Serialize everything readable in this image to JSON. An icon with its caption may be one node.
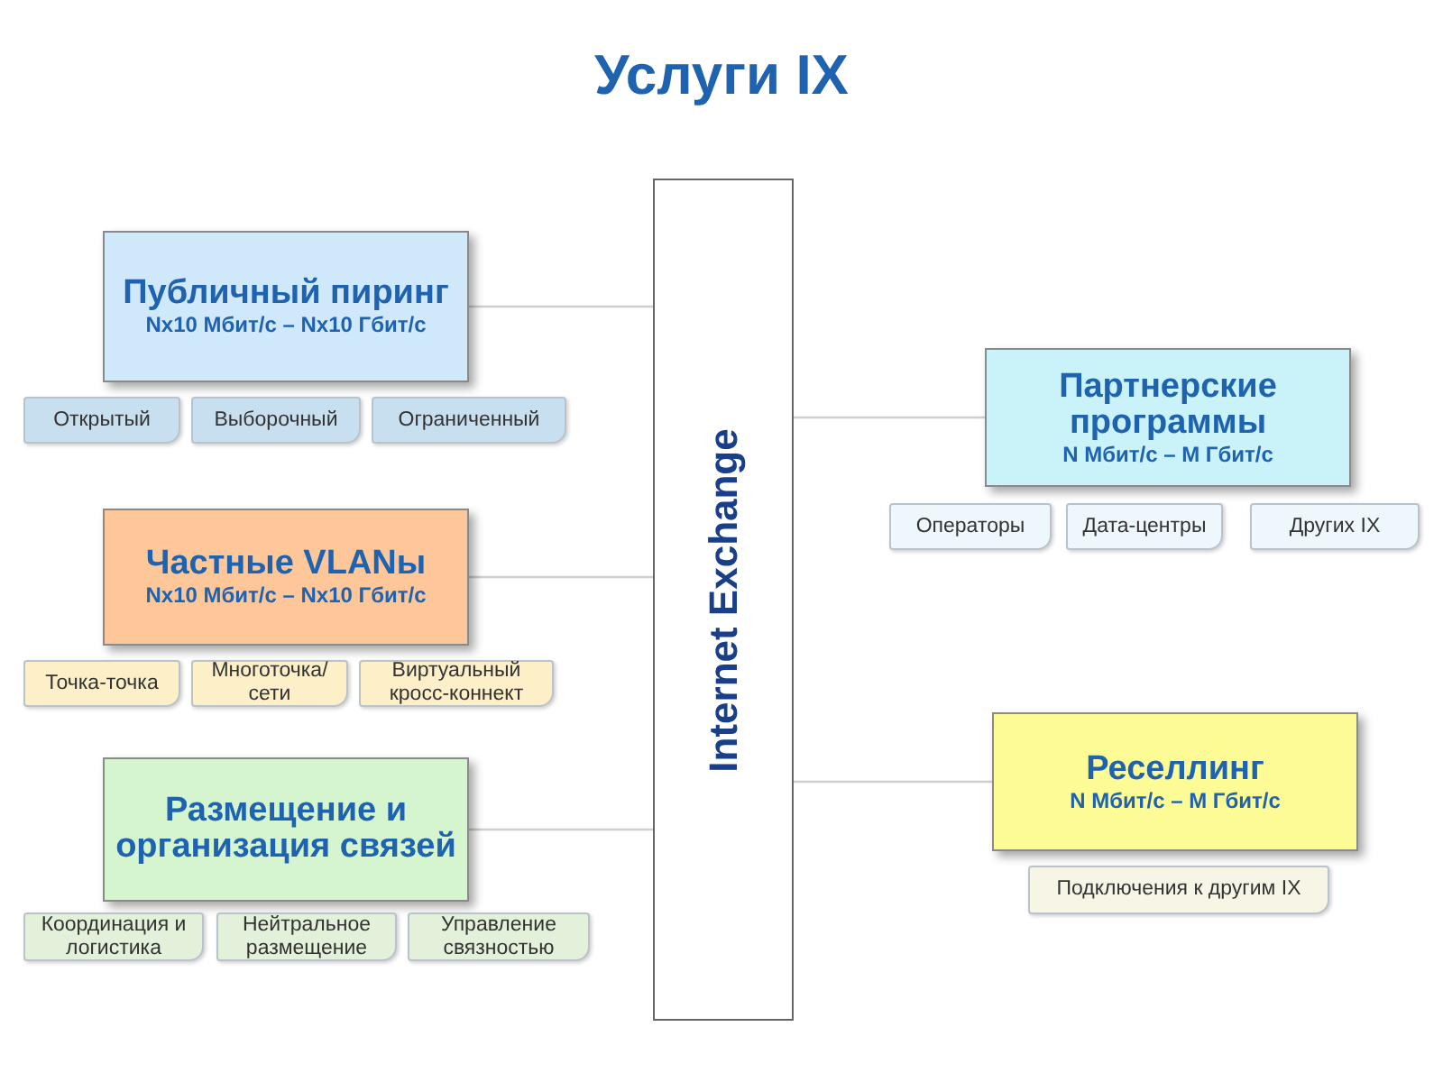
{
  "diagram": {
    "title": "Услуги IX",
    "nodes": [
      {
        "text": [
          "Internet Exchange"
        ]
      },
      {
        "text": [
          "Публичный пиринг",
          "Nx10 Мбит/с – Nx10 Гбит/с"
        ]
      },
      {
        "text": [
          "Открытый"
        ]
      },
      {
        "text": [
          "Выборочный"
        ]
      },
      {
        "text": [
          "Ограниченный"
        ]
      },
      {
        "text": [
          "Частные VLANы",
          "Nx10 Мбит/с – Nx10 Гбит/с"
        ]
      },
      {
        "text": [
          "Точка-точка"
        ]
      },
      {
        "text": [
          "Многоточка/ сети"
        ]
      },
      {
        "text": [
          "Виртуальный кросс-коннект"
        ]
      },
      {
        "text": [
          "Размещение и организация связей"
        ]
      },
      {
        "text": [
          "Координация и логистика"
        ]
      },
      {
        "text": [
          "Нейтральное размещение"
        ]
      },
      {
        "text": [
          "Управление связностью"
        ]
      },
      {
        "text": [
          "Партнерские программы",
          "N Мбит/с – M Гбит/с"
        ]
      },
      {
        "text": [
          "Операторы"
        ]
      },
      {
        "text": [
          "Дата-центры"
        ]
      },
      {
        "text": [
          "Других IX"
        ]
      },
      {
        "text": [
          "Реселлинг",
          "N Мбит/с – M Гбит/с"
        ]
      },
      {
        "text": [
          "Подключения к другим IX"
        ]
      }
    ],
    "edges": [
      {
        "from": 1,
        "to": 0,
        "arrow": "none"
      },
      {
        "from": 5,
        "to": 0,
        "arrow": "none"
      },
      {
        "from": 9,
        "to": 0,
        "arrow": "none"
      },
      {
        "from": 0,
        "to": 13,
        "arrow": "none"
      },
      {
        "from": 0,
        "to": 17,
        "arrow": "none"
      }
    ]
  }
}
